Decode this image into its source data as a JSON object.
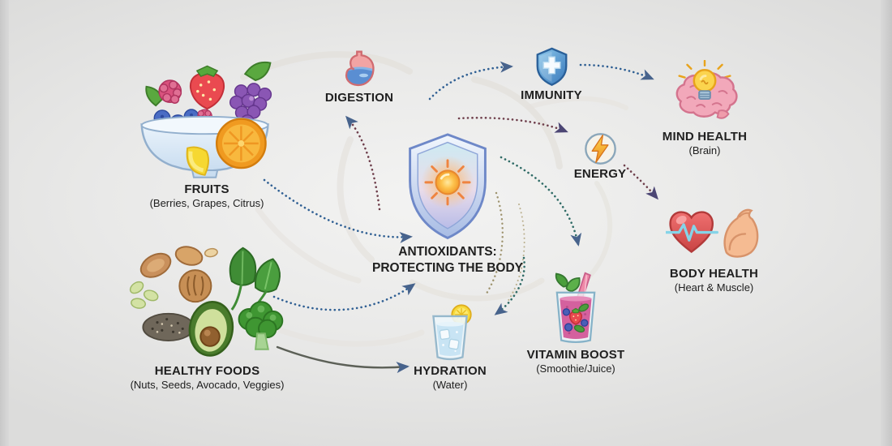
{
  "diagram_title": "Antioxidants infographic",
  "center": {
    "icon": "antioxidant-shield-sun-icon",
    "label_line1": "ANTIOXIDANTS:",
    "label_line2": "PROTECTING THE BODY"
  },
  "nodes": {
    "fruits": {
      "icon": "fruit-bowl-icon",
      "label": "FRUITS",
      "sub": "(Berries, Grapes, Citrus)"
    },
    "healthy_foods": {
      "icon": "healthy-foods-icon",
      "label": "HEALTHY FOODS",
      "sub": "(Nuts, Seeds, Avocado, Veggies)"
    },
    "digestion": {
      "icon": "stomach-icon",
      "label": "DIGESTION"
    },
    "immunity": {
      "icon": "immunity-shield-icon",
      "label": "IMMUNITY"
    },
    "energy": {
      "icon": "lightning-bolt-icon",
      "label": "ENERGY"
    },
    "mind_health": {
      "icon": "brain-lightbulb-icon",
      "label": "MIND HEALTH",
      "sub": "(Brain)"
    },
    "body_health": {
      "icon": "heart-muscle-icon",
      "label": "BODY HEALTH",
      "sub": "(Heart & Muscle)"
    },
    "hydration": {
      "icon": "water-glass-icon",
      "label": "HYDRATION",
      "sub": "(Water)"
    },
    "vitamin_boost": {
      "icon": "smoothie-icon",
      "label": "VITAMIN BOOST",
      "sub": "(Smoothie/Juice)"
    }
  },
  "connections": [
    {
      "from": "fruits",
      "to": "antioxidants",
      "style": "dotted",
      "color": "blue"
    },
    {
      "from": "antioxidants",
      "to": "digestion",
      "style": "dotted",
      "color": "maroon"
    },
    {
      "from": "healthy_foods",
      "to": "antioxidants",
      "style": "dotted",
      "color": "blue"
    },
    {
      "from": "healthy_foods",
      "to": "hydration",
      "style": "solid",
      "color": "gray"
    },
    {
      "from": "antioxidants",
      "to": "immunity",
      "style": "dotted",
      "color": "blue"
    },
    {
      "from": "immunity",
      "to": "mind_health",
      "style": "dotted",
      "color": "blue"
    },
    {
      "from": "antioxidants",
      "to": "energy",
      "style": "dotted",
      "color": "maroon"
    },
    {
      "from": "energy",
      "to": "body_health",
      "style": "dotted",
      "color": "maroon"
    },
    {
      "from": "antioxidants",
      "to": "vitamin_boost",
      "style": "dotted",
      "color": "teal"
    },
    {
      "from": "antioxidants",
      "to": "hydration",
      "style": "dotted",
      "color": "teal"
    }
  ],
  "colors": {
    "arrow_blue": "#2f5f93",
    "arrow_maroon": "#6e3e4b",
    "arrow_teal": "#2f6b66",
    "arrow_solid": "#5c6057",
    "arrowhead": "#47638c",
    "text": "#202020",
    "background": "#e9e9e8"
  }
}
